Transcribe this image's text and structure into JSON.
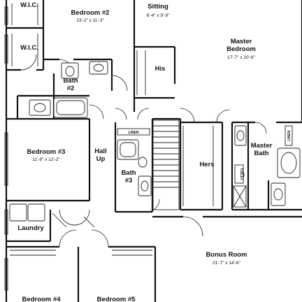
{
  "rooms": {
    "wic_top": {
      "label": "W.I.C."
    },
    "wic_mid": {
      "label": "W.I.C."
    },
    "bedroom2": {
      "label": "Bedroom #2",
      "dims": "13'-2\" x 11'-3\""
    },
    "sitting": {
      "label": "Sitting",
      "dims": "6'-4\" x 9'-9\""
    },
    "master_bedroom": {
      "label_line1": "Master",
      "label_line2": "Bedroom",
      "dims": "17'-7\" x 20'-6\""
    },
    "his": {
      "label": "His"
    },
    "bath2": {
      "label_line1": "Bath",
      "label_line2": "#2"
    },
    "bedroom3": {
      "label": "Bedroom #3",
      "dims": "11'-9\" x 12'-2\""
    },
    "hall": {
      "label_line1": "Hall",
      "label_line2": "Up"
    },
    "linen1": {
      "label": "LINEN"
    },
    "bath3": {
      "label_line1": "Bath",
      "label_line2": "#3"
    },
    "hers": {
      "label": "Hers"
    },
    "master_bath": {
      "label_line1": "Master",
      "label_line2": "Bath"
    },
    "linen2": {
      "label": "LINEN"
    },
    "toilet_room": {
      "label": "TOILET"
    },
    "laundry": {
      "label": "Laundry"
    },
    "bonus_room": {
      "label": "Bonus Room",
      "dims": "21'-7\" x 14'-6\""
    },
    "bedroom4": {
      "label": "Bedroom #4"
    },
    "bedroom5": {
      "label": "Bedroom #5"
    }
  }
}
